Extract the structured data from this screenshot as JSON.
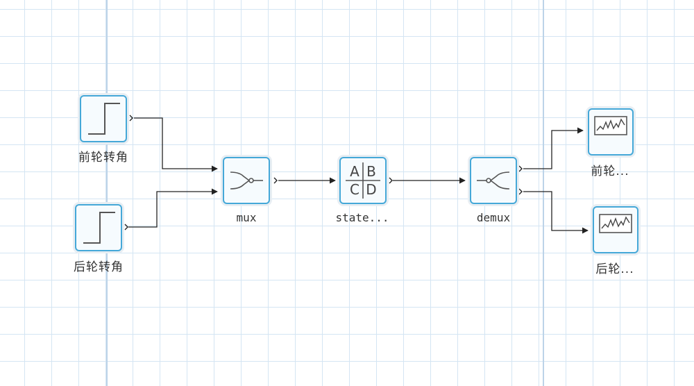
{
  "blocks": {
    "step_front": {
      "label": "前轮转角"
    },
    "step_rear": {
      "label": "后轮转角"
    },
    "mux": {
      "label": "mux"
    },
    "state_space": {
      "label": "state...",
      "icon_letters": [
        "A",
        "B",
        "C",
        "D"
      ]
    },
    "demux": {
      "label": "demux"
    },
    "scope_front": {
      "label": "前轮..."
    },
    "scope_rear": {
      "label": "后轮..."
    }
  },
  "colors": {
    "block_border": "#45a8d8",
    "grid": "#d4e5f3",
    "wire": "#222222"
  }
}
